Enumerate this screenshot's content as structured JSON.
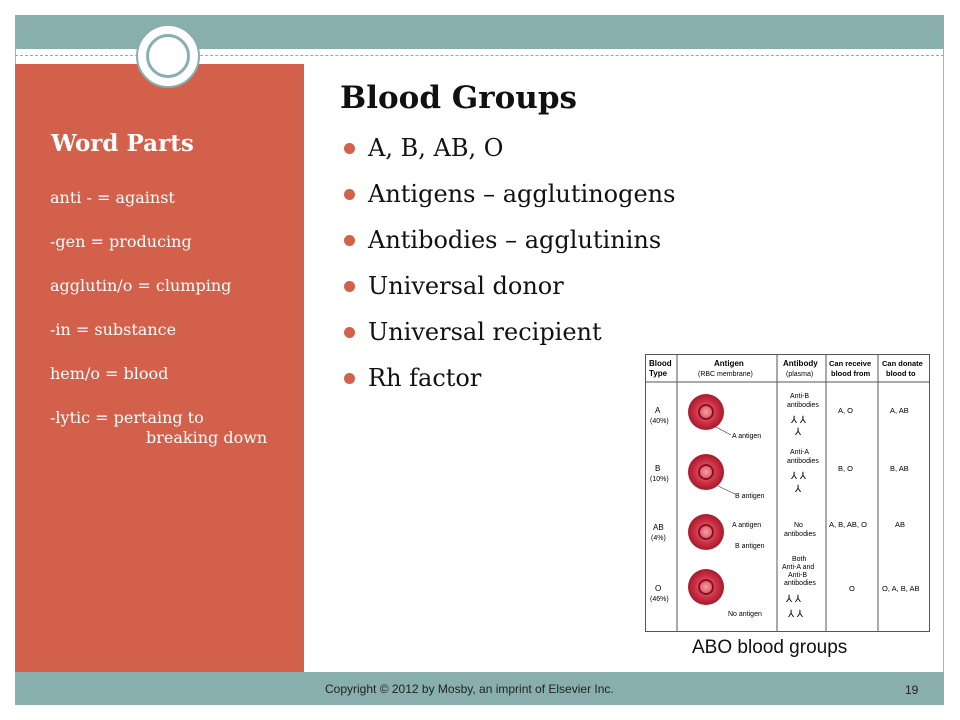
{
  "sidebar": {
    "title": "Word Parts",
    "items": [
      {
        "line1": "anti - = against",
        "line2": ""
      },
      {
        "line1": "-gen = producing",
        "line2": ""
      },
      {
        "line1": "agglutin/o = clumping",
        "line2": ""
      },
      {
        "line1": "-in = substance",
        "line2": ""
      },
      {
        "line1": "hem/o = blood",
        "line2": ""
      },
      {
        "line1": "-lytic = pertaing to",
        "line2": "breaking down"
      }
    ]
  },
  "main": {
    "title": "Blood Groups",
    "bullets": [
      "A, B, AB, O",
      "Antigens – agglutinogens",
      "Antibodies – agglutinins",
      "Universal donor",
      "Universal recipient",
      "Rh factor"
    ]
  },
  "figure": {
    "headers": [
      "Blood Type",
      "Antigen",
      "(RBC membrane)",
      "Antibody",
      "(plasma)",
      "Can receive",
      "blood from",
      "Can donate",
      "blood to"
    ],
    "rows": [
      {
        "type": "A",
        "pct": "(40%)",
        "antigen_label": "A antigen",
        "antibody": [
          "Anti-B",
          "antibodies"
        ],
        "receive": "A, O",
        "donate": "A, AB"
      },
      {
        "type": "B",
        "pct": "(10%)",
        "antigen_label": "B antigen",
        "antibody": [
          "Anti-A",
          "antibodies"
        ],
        "receive": "B, O",
        "donate": "B, AB"
      },
      {
        "type": "AB",
        "pct": "(4%)",
        "antigen_label": "A antigen",
        "antigen_label2": "B antigen",
        "antibody": [
          "No",
          "antibodies"
        ],
        "receive": "A, B, AB, O",
        "donate": "AB"
      },
      {
        "type": "O",
        "pct": "(46%)",
        "antigen_label": "No antigen",
        "antibody": [
          "Both",
          "Anti-A and",
          "Anti-B",
          "antibodies"
        ],
        "receive": "O",
        "donate": "O, A, B, AB"
      }
    ],
    "caption": "ABO blood groups"
  },
  "footer": {
    "copyright": "Copyright © 2012 by Mosby, an imprint of Elsevier Inc.",
    "page": "19"
  },
  "colors": {
    "accent": "#d2604b",
    "band": "#88aeae"
  }
}
